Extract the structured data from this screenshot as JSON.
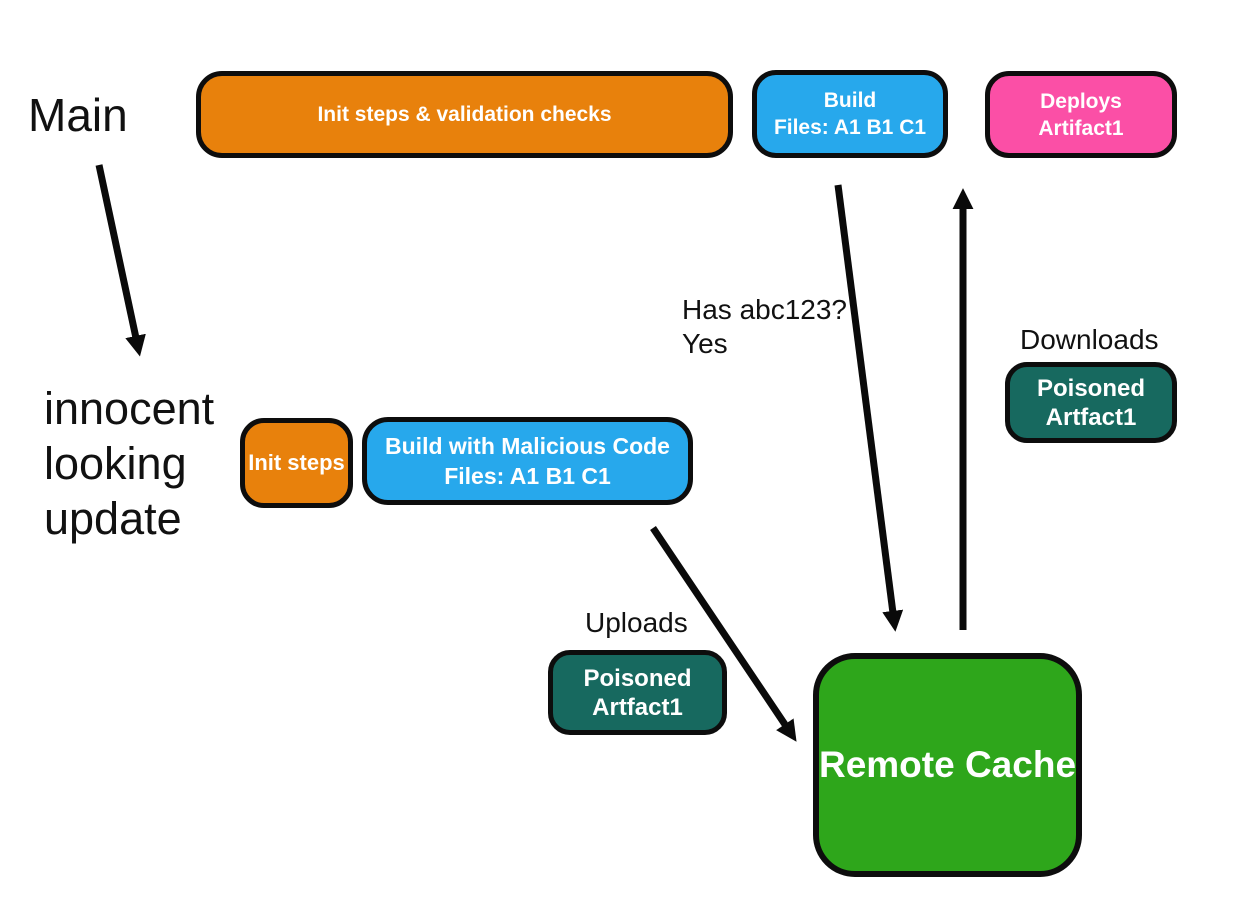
{
  "branches": {
    "main_label": "Main",
    "update_label": "innocent looking update"
  },
  "nodes": {
    "init_validation": {
      "label": "Init steps & validation checks",
      "color": "#E8810C"
    },
    "build": {
      "title": "Build",
      "files": "Files: A1 B1 C1",
      "color": "#27A8EC"
    },
    "deploys": {
      "title": "Deploys",
      "subtitle": "Artifact1",
      "color": "#FB4FA6"
    },
    "init_steps": {
      "label": "Init steps",
      "color": "#E8810C"
    },
    "build_malicious": {
      "title": "Build with Malicious Code",
      "files": "Files: A1 B1 C1",
      "color": "#27A8EC"
    },
    "poisoned_download": {
      "title": "Poisoned",
      "subtitle": "Artfact1",
      "color": "#17695F"
    },
    "poisoned_upload": {
      "title": "Poisoned",
      "subtitle": "Artfact1",
      "color": "#17695F"
    },
    "remote_cache": {
      "label": "Remote Cache",
      "color": "#2EA61B"
    }
  },
  "annotations": {
    "has_hash": "Has abc123?",
    "answer": "Yes",
    "downloads": "Downloads",
    "uploads": "Uploads"
  },
  "arrow_color": "#0A0A0A"
}
